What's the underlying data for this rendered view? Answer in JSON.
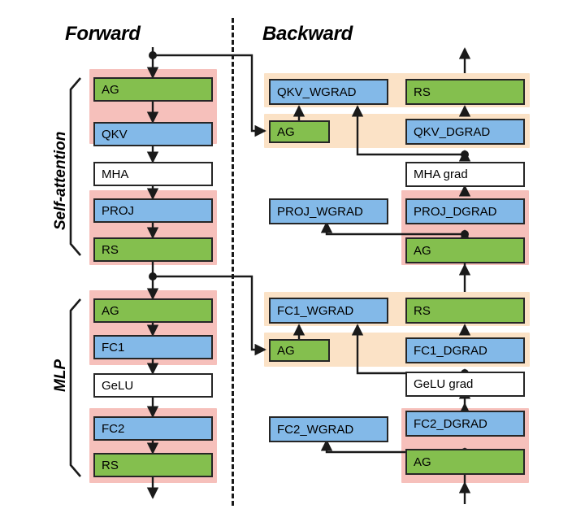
{
  "figure": {
    "headers": {
      "forward": "Forward",
      "backward": "Backward"
    },
    "side_labels": {
      "self_attention": "Self-attention",
      "mlp": "MLP"
    },
    "colors": {
      "green": "#84bf4e",
      "blue": "#83b9e8",
      "white": "#ffffff",
      "pink_band": "#f6c0bb",
      "peach_band": "#fbe2c6",
      "stroke": "#262626",
      "divider": "#1a1a1a"
    },
    "forward_column": {
      "self_attention_nodes": [
        {
          "label": "AG",
          "color": "green"
        },
        {
          "label": "QKV",
          "color": "blue"
        },
        {
          "label": "MHA",
          "color": "white"
        },
        {
          "label": "PROJ",
          "color": "blue"
        },
        {
          "label": "RS",
          "color": "green"
        }
      ],
      "mlp_nodes": [
        {
          "label": "AG",
          "color": "green"
        },
        {
          "label": "FC1",
          "color": "blue"
        },
        {
          "label": "GeLU",
          "color": "white"
        },
        {
          "label": "FC2",
          "color": "blue"
        },
        {
          "label": "RS",
          "color": "green"
        }
      ]
    },
    "backward_column": {
      "wgrad_nodes": [
        {
          "label": "QKV_WGRAD",
          "color": "blue"
        },
        {
          "label": "AG",
          "color": "green"
        },
        {
          "label": "PROJ_WGRAD",
          "color": "blue"
        },
        {
          "label": "FC1_WGRAD",
          "color": "blue"
        },
        {
          "label": "AG",
          "color": "green"
        },
        {
          "label": "FC2_WGRAD",
          "color": "blue"
        }
      ],
      "dgrad_nodes": [
        {
          "label": "RS",
          "color": "green"
        },
        {
          "label": "QKV_DGRAD",
          "color": "blue"
        },
        {
          "label": "MHA grad",
          "color": "white"
        },
        {
          "label": "PROJ_DGRAD",
          "color": "blue"
        },
        {
          "label": "AG",
          "color": "green"
        },
        {
          "label": "RS",
          "color": "green"
        },
        {
          "label": "FC1_DGRAD",
          "color": "blue"
        },
        {
          "label": "GeLU grad",
          "color": "white"
        },
        {
          "label": "FC2_DGRAD",
          "color": "blue"
        },
        {
          "label": "AG",
          "color": "green"
        }
      ]
    }
  }
}
